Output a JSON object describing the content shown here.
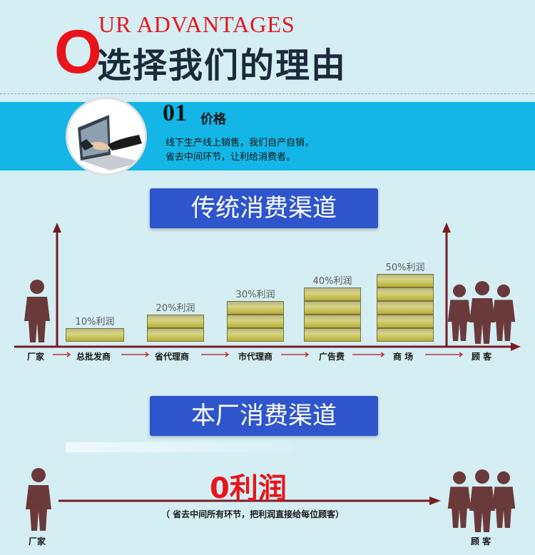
{
  "header": {
    "big_letter": "O",
    "english": "UR ADVANTAGES",
    "chinese": "选择我们的理由"
  },
  "price": {
    "number": "01",
    "title": "价格",
    "line1": "线下生产线上销售，我们自产自销，",
    "line2": "省去中间环节，让利给消费者。"
  },
  "traditional": {
    "title": "传统消费渠道",
    "stages": [
      {
        "label": "厂家"
      },
      {
        "label": "总批发商",
        "profit": "10%利润",
        "levels": 1
      },
      {
        "label": "省代理商",
        "profit": "20%利润",
        "levels": 2
      },
      {
        "label": "市代理商",
        "profit": "30%利润",
        "levels": 3
      },
      {
        "label": "广告费",
        "profit": "40%利润",
        "levels": 4
      },
      {
        "label": "商 场",
        "profit": "50%利润",
        "levels": 5
      },
      {
        "label": "顾 客"
      }
    ]
  },
  "direct": {
    "title": "本厂消费渠道",
    "profit": "0利润",
    "note": "（ 省去中间所有环节，把利润直接给每位顾客）",
    "left_label": "厂家",
    "right_label": "顾 客"
  },
  "colors": {
    "accent_red": "#e8141a",
    "band_blue": "#13b6e6",
    "title_blue": "#2f55cc",
    "arrow": "#7a1c24",
    "person": "#6a3a3a"
  }
}
